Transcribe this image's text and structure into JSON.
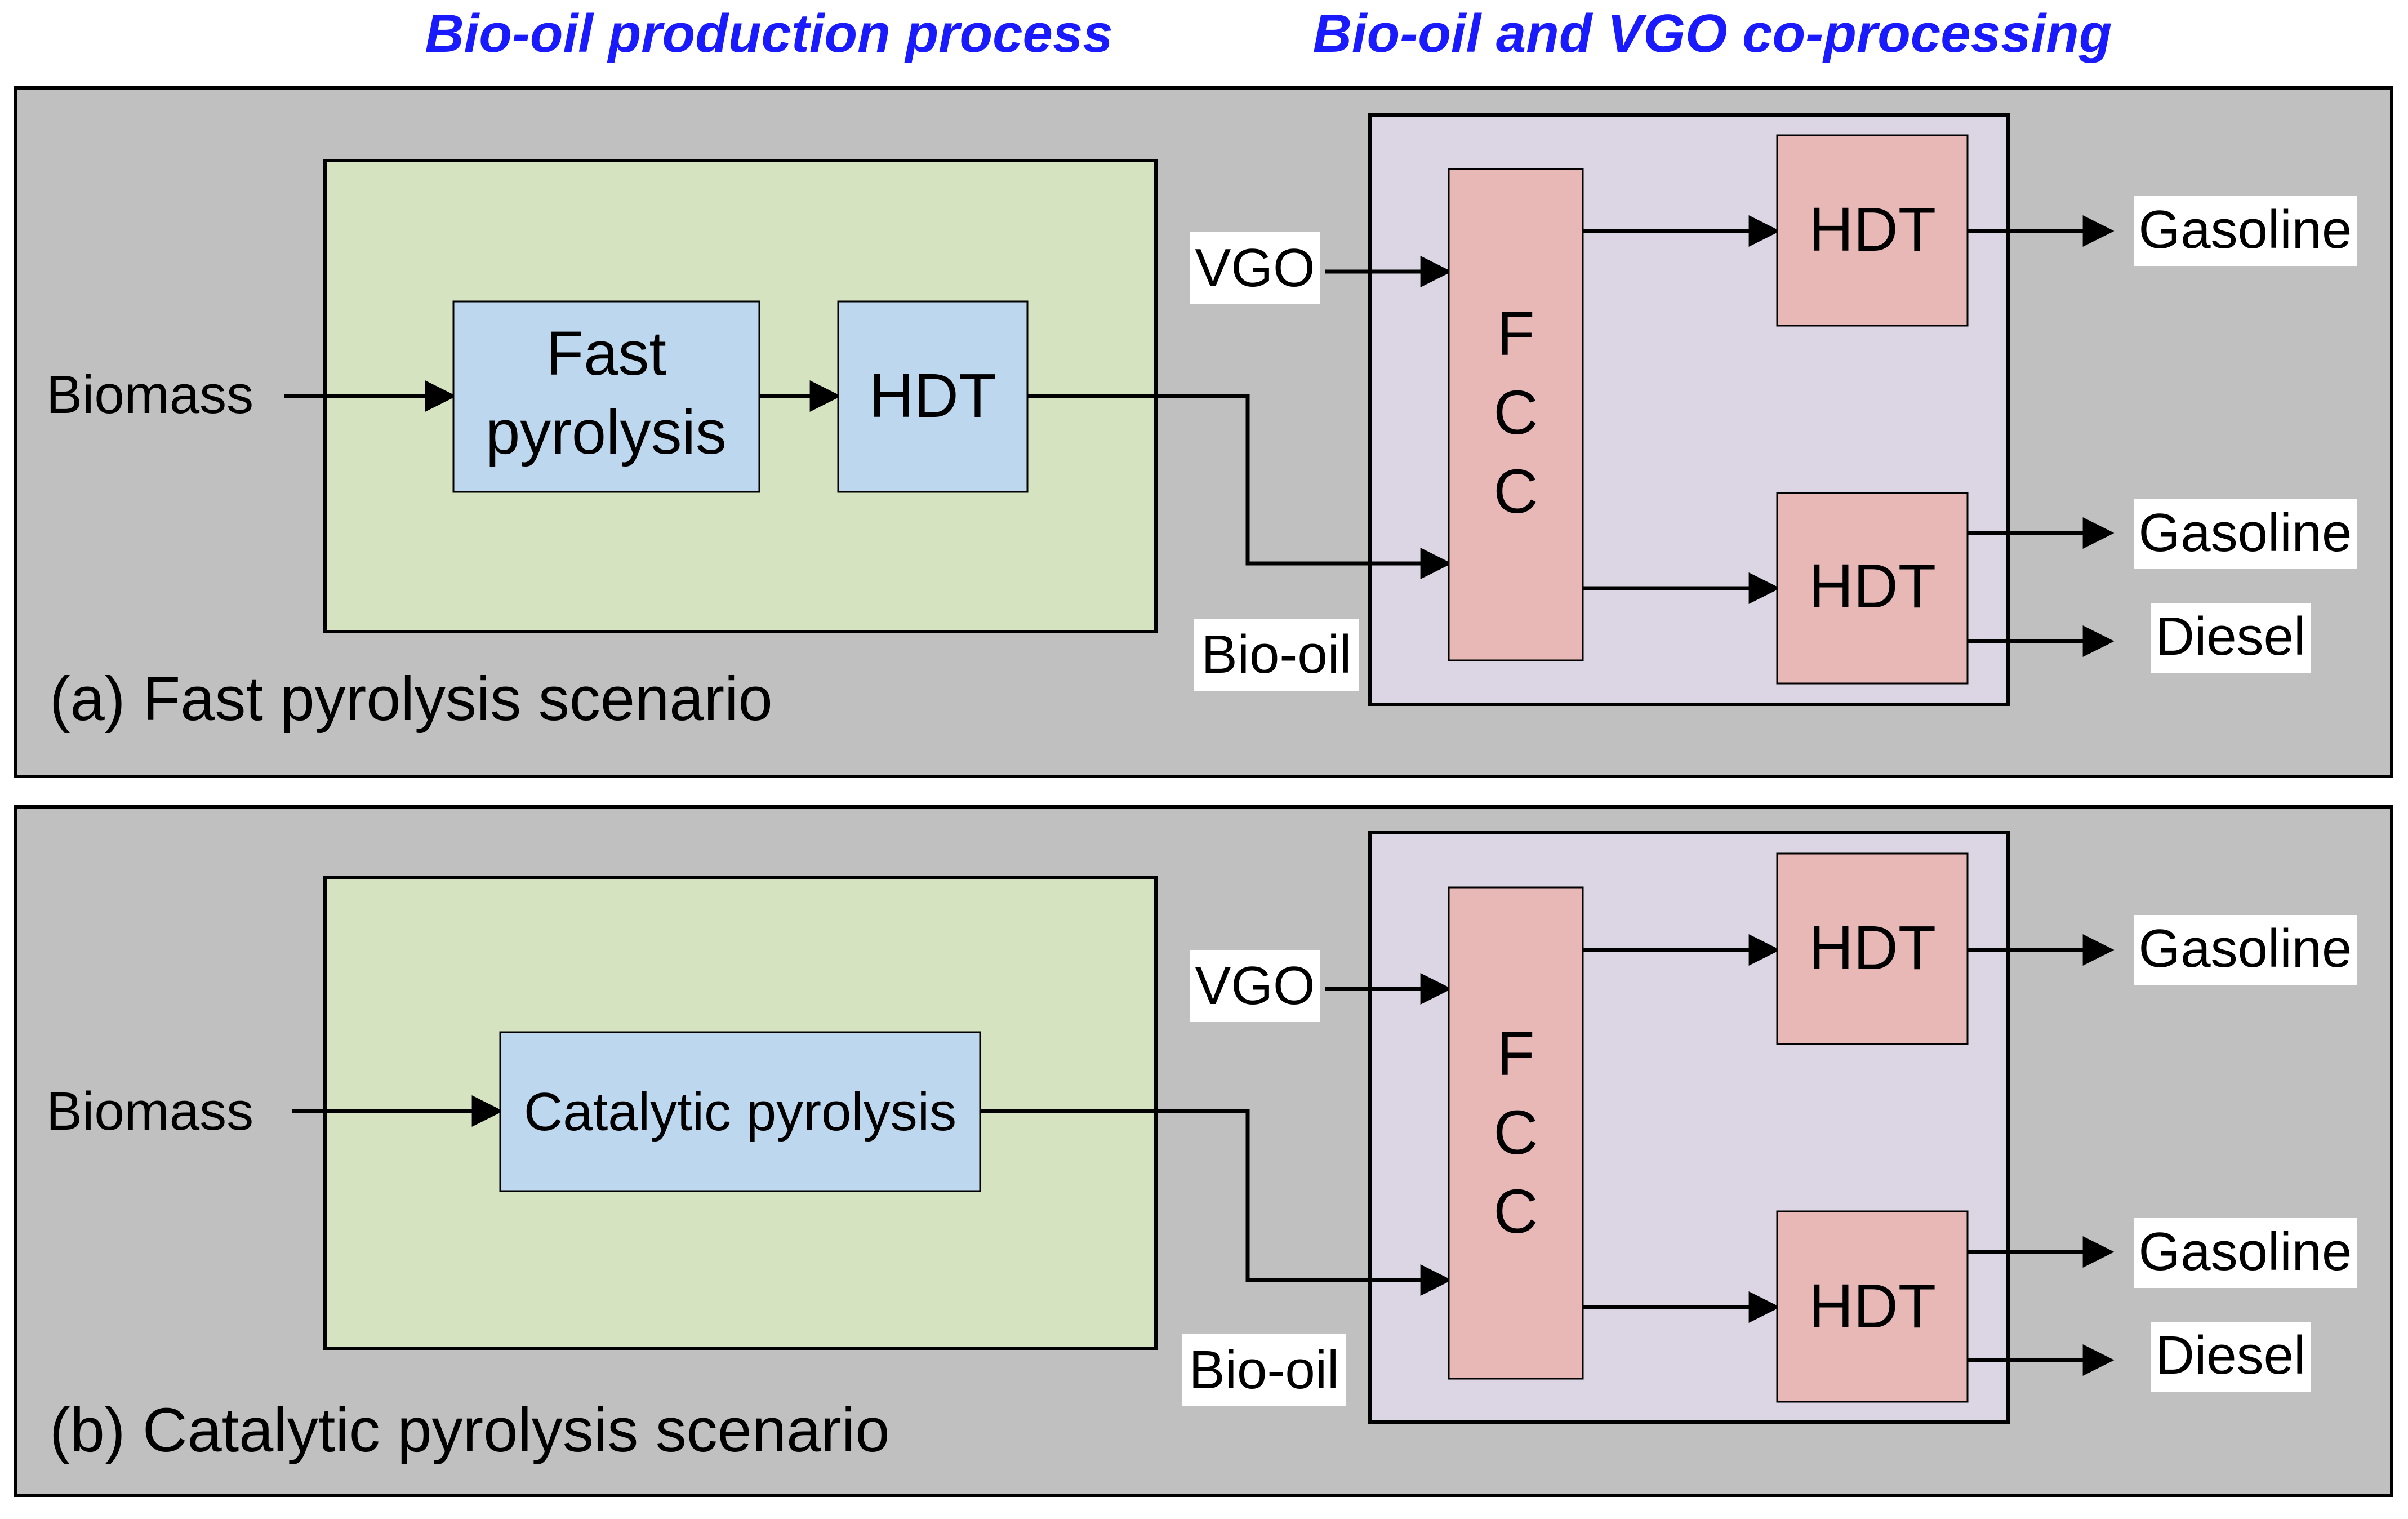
{
  "colors": {
    "panel": "#c0c0c0",
    "production_box": "#d6e3c0",
    "process_block": "#bdd7ee",
    "coprocessing_box": "#dcd6e4",
    "refinery_block": "#e7b8b6",
    "header_text": "#1a1aff"
  },
  "headers": {
    "production": "Bio-oil production process",
    "coprocessing": "Bio-oil and VGO co-processing"
  },
  "panel_a": {
    "caption": "(a) Fast pyrolysis scenario",
    "feed": "Biomass",
    "step1_line1": "Fast",
    "step1_line2": "pyrolysis",
    "step2": "HDT",
    "vgo": "VGO",
    "biooil": "Bio-oil",
    "fcc": [
      "F",
      "C",
      "C"
    ],
    "hdt_top": "HDT",
    "hdt_bottom": "HDT",
    "out_top": "Gasoline",
    "out_mid": "Gasoline",
    "out_bottom": "Diesel"
  },
  "panel_b": {
    "caption": "(b) Catalytic pyrolysis scenario",
    "feed": "Biomass",
    "step1": "Catalytic pyrolysis",
    "vgo": "VGO",
    "biooil": "Bio-oil",
    "fcc": [
      "F",
      "C",
      "C"
    ],
    "hdt_top": "HDT",
    "hdt_bottom": "HDT",
    "out_top": "Gasoline",
    "out_mid": "Gasoline",
    "out_bottom": "Diesel"
  }
}
